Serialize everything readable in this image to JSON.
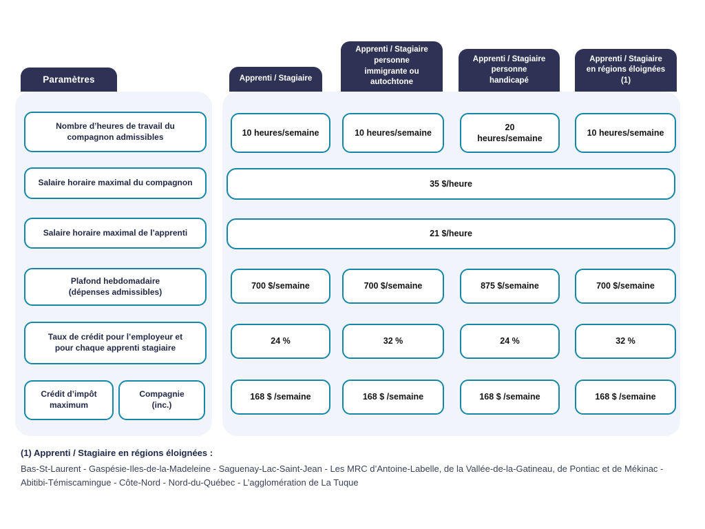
{
  "colors": {
    "navy": "#2e3255",
    "teal": "#1586a6",
    "panel": "#f1f4fb",
    "param-text": "#232947",
    "footnote-text": "#3a4156"
  },
  "header": {
    "parameters_label": "Paramètres"
  },
  "columns": [
    {
      "label": "Apprenti / Stagiaire",
      "lines": [
        "Apprenti / Stagiaire"
      ]
    },
    {
      "label": "Apprenti / Stagiaire personne immigrante ou autochtone",
      "lines": [
        "Apprenti / Stagiaire",
        "personne",
        "immigrante ou",
        "autochtone"
      ]
    },
    {
      "label": "Apprenti / Stagiaire personne handicapé",
      "lines": [
        "Apprenti / Stagiaire",
        "personne",
        "handicapé"
      ]
    },
    {
      "label": "Apprenti / Stagiaire en régions éloignées (1)",
      "lines": [
        "Apprenti / Stagiaire",
        "en régions éloignées",
        "(1)"
      ]
    }
  ],
  "parameters": {
    "p1": {
      "label": "Nombre d’heures de travail du compagnon admissibles",
      "lines": [
        "Nombre d’heures de travail du",
        "compagnon admissibles"
      ]
    },
    "p2": {
      "label": "Salaire horaire maximal du compagnon",
      "lines": [
        "Salaire horaire maximal du compagnon"
      ]
    },
    "p3": {
      "label": "Salaire horaire maximal de l’apprenti",
      "lines": [
        "Salaire horaire maximal de l’apprenti"
      ]
    },
    "p4": {
      "label": "Plafond hebdomadaire (dépenses admissibles)",
      "lines": [
        "Plafond hebdomadaire",
        "(dépenses admissibles)"
      ]
    },
    "p5": {
      "label": "Taux de crédit pour l’employeur et pour chaque apprenti stagiaire",
      "lines": [
        "Taux de crédit pour l’employeur et",
        "pour chaque apprenti stagiaire"
      ]
    },
    "p6a": {
      "label": "Crédit d’impôt maximum",
      "lines": [
        "Crédit d’impôt",
        "maximum"
      ]
    },
    "p6b": {
      "label": "Compagnie (inc.)",
      "lines": [
        "Compagnie",
        "(inc.)"
      ]
    }
  },
  "values": {
    "row1": [
      {
        "lines": [
          "10 heures/semaine"
        ]
      },
      {
        "lines": [
          "10 heures/semaine"
        ]
      },
      {
        "lines": [
          "20",
          "heures/semaine"
        ]
      },
      {
        "lines": [
          "10 heures/semaine"
        ]
      }
    ],
    "row2": "35 $/heure",
    "row3": "21 $/heure",
    "row4": [
      "700 $/semaine",
      "700 $/semaine",
      "875 $/semaine",
      "700 $/semaine"
    ],
    "row5": [
      "24 %",
      "32 %",
      "24 %",
      "32 %"
    ],
    "row6": [
      "168 $ /semaine",
      "168 $ /semaine",
      "168 $ /semaine",
      "168 $ /semaine"
    ]
  },
  "footnote": {
    "title": "(1) Apprenti / Stagiaire en régions éloignées :",
    "body": "Bas-St-Laurent - Gaspésie-Iles-de-la-Madeleine - Saguenay-Lac-Saint-Jean - Les MRC d’Antoine-Labelle, de la Vallée-de-la-Gatineau, de Pontiac et de Mékinac - Abitibi-Témiscamingue - Côte-Nord - Nord-du-Québec - L’agglomération de La Tuque"
  },
  "chart_data": {
    "type": "table",
    "title": "Paramètres",
    "columns": [
      "Paramètres",
      "Apprenti / Stagiaire",
      "Apprenti / Stagiaire personne immigrante ou autochtone",
      "Apprenti / Stagiaire personne handicapé",
      "Apprenti / Stagiaire en régions éloignées (1)"
    ],
    "rows": [
      [
        "Nombre d’heures de travail du compagnon admissibles",
        "10 heures/semaine",
        "10 heures/semaine",
        "20 heures/semaine",
        "10 heures/semaine"
      ],
      [
        "Salaire horaire maximal du compagnon",
        "35 $/heure",
        "35 $/heure",
        "35 $/heure",
        "35 $/heure"
      ],
      [
        "Salaire horaire maximal de l’apprenti",
        "21 $/heure",
        "21 $/heure",
        "21 $/heure",
        "21 $/heure"
      ],
      [
        "Plafond hebdomadaire (dépenses admissibles)",
        "700 $/semaine",
        "700 $/semaine",
        "875 $/semaine",
        "700 $/semaine"
      ],
      [
        "Taux de crédit pour l’employeur et pour chaque apprenti stagiaire",
        "24 %",
        "32 %",
        "24 %",
        "32 %"
      ],
      [
        "Crédit d’impôt maximum / Compagnie (inc.)",
        "168 $ /semaine",
        "168 $ /semaine",
        "168 $ /semaine",
        "168 $ /semaine"
      ]
    ],
    "notes": "Rows 'Salaire horaire maximal du compagnon' (35 $/heure) and 'Salaire horaire maximal de l’apprenti' (21 $/heure) are rendered as single boxes spanning all four columns.",
    "footnote": "(1) Apprenti / Stagiaire en régions éloignées : Bas-St-Laurent - Gaspésie-Iles-de-la-Madeleine - Saguenay-Lac-Saint-Jean - Les MRC d’Antoine-Labelle, de la Vallée-de-la-Gatineau, de Pontiac et de Mékinac - Abitibi-Témiscamingue - Côte-Nord - Nord-du-Québec - L’agglomération de La Tuque"
  }
}
